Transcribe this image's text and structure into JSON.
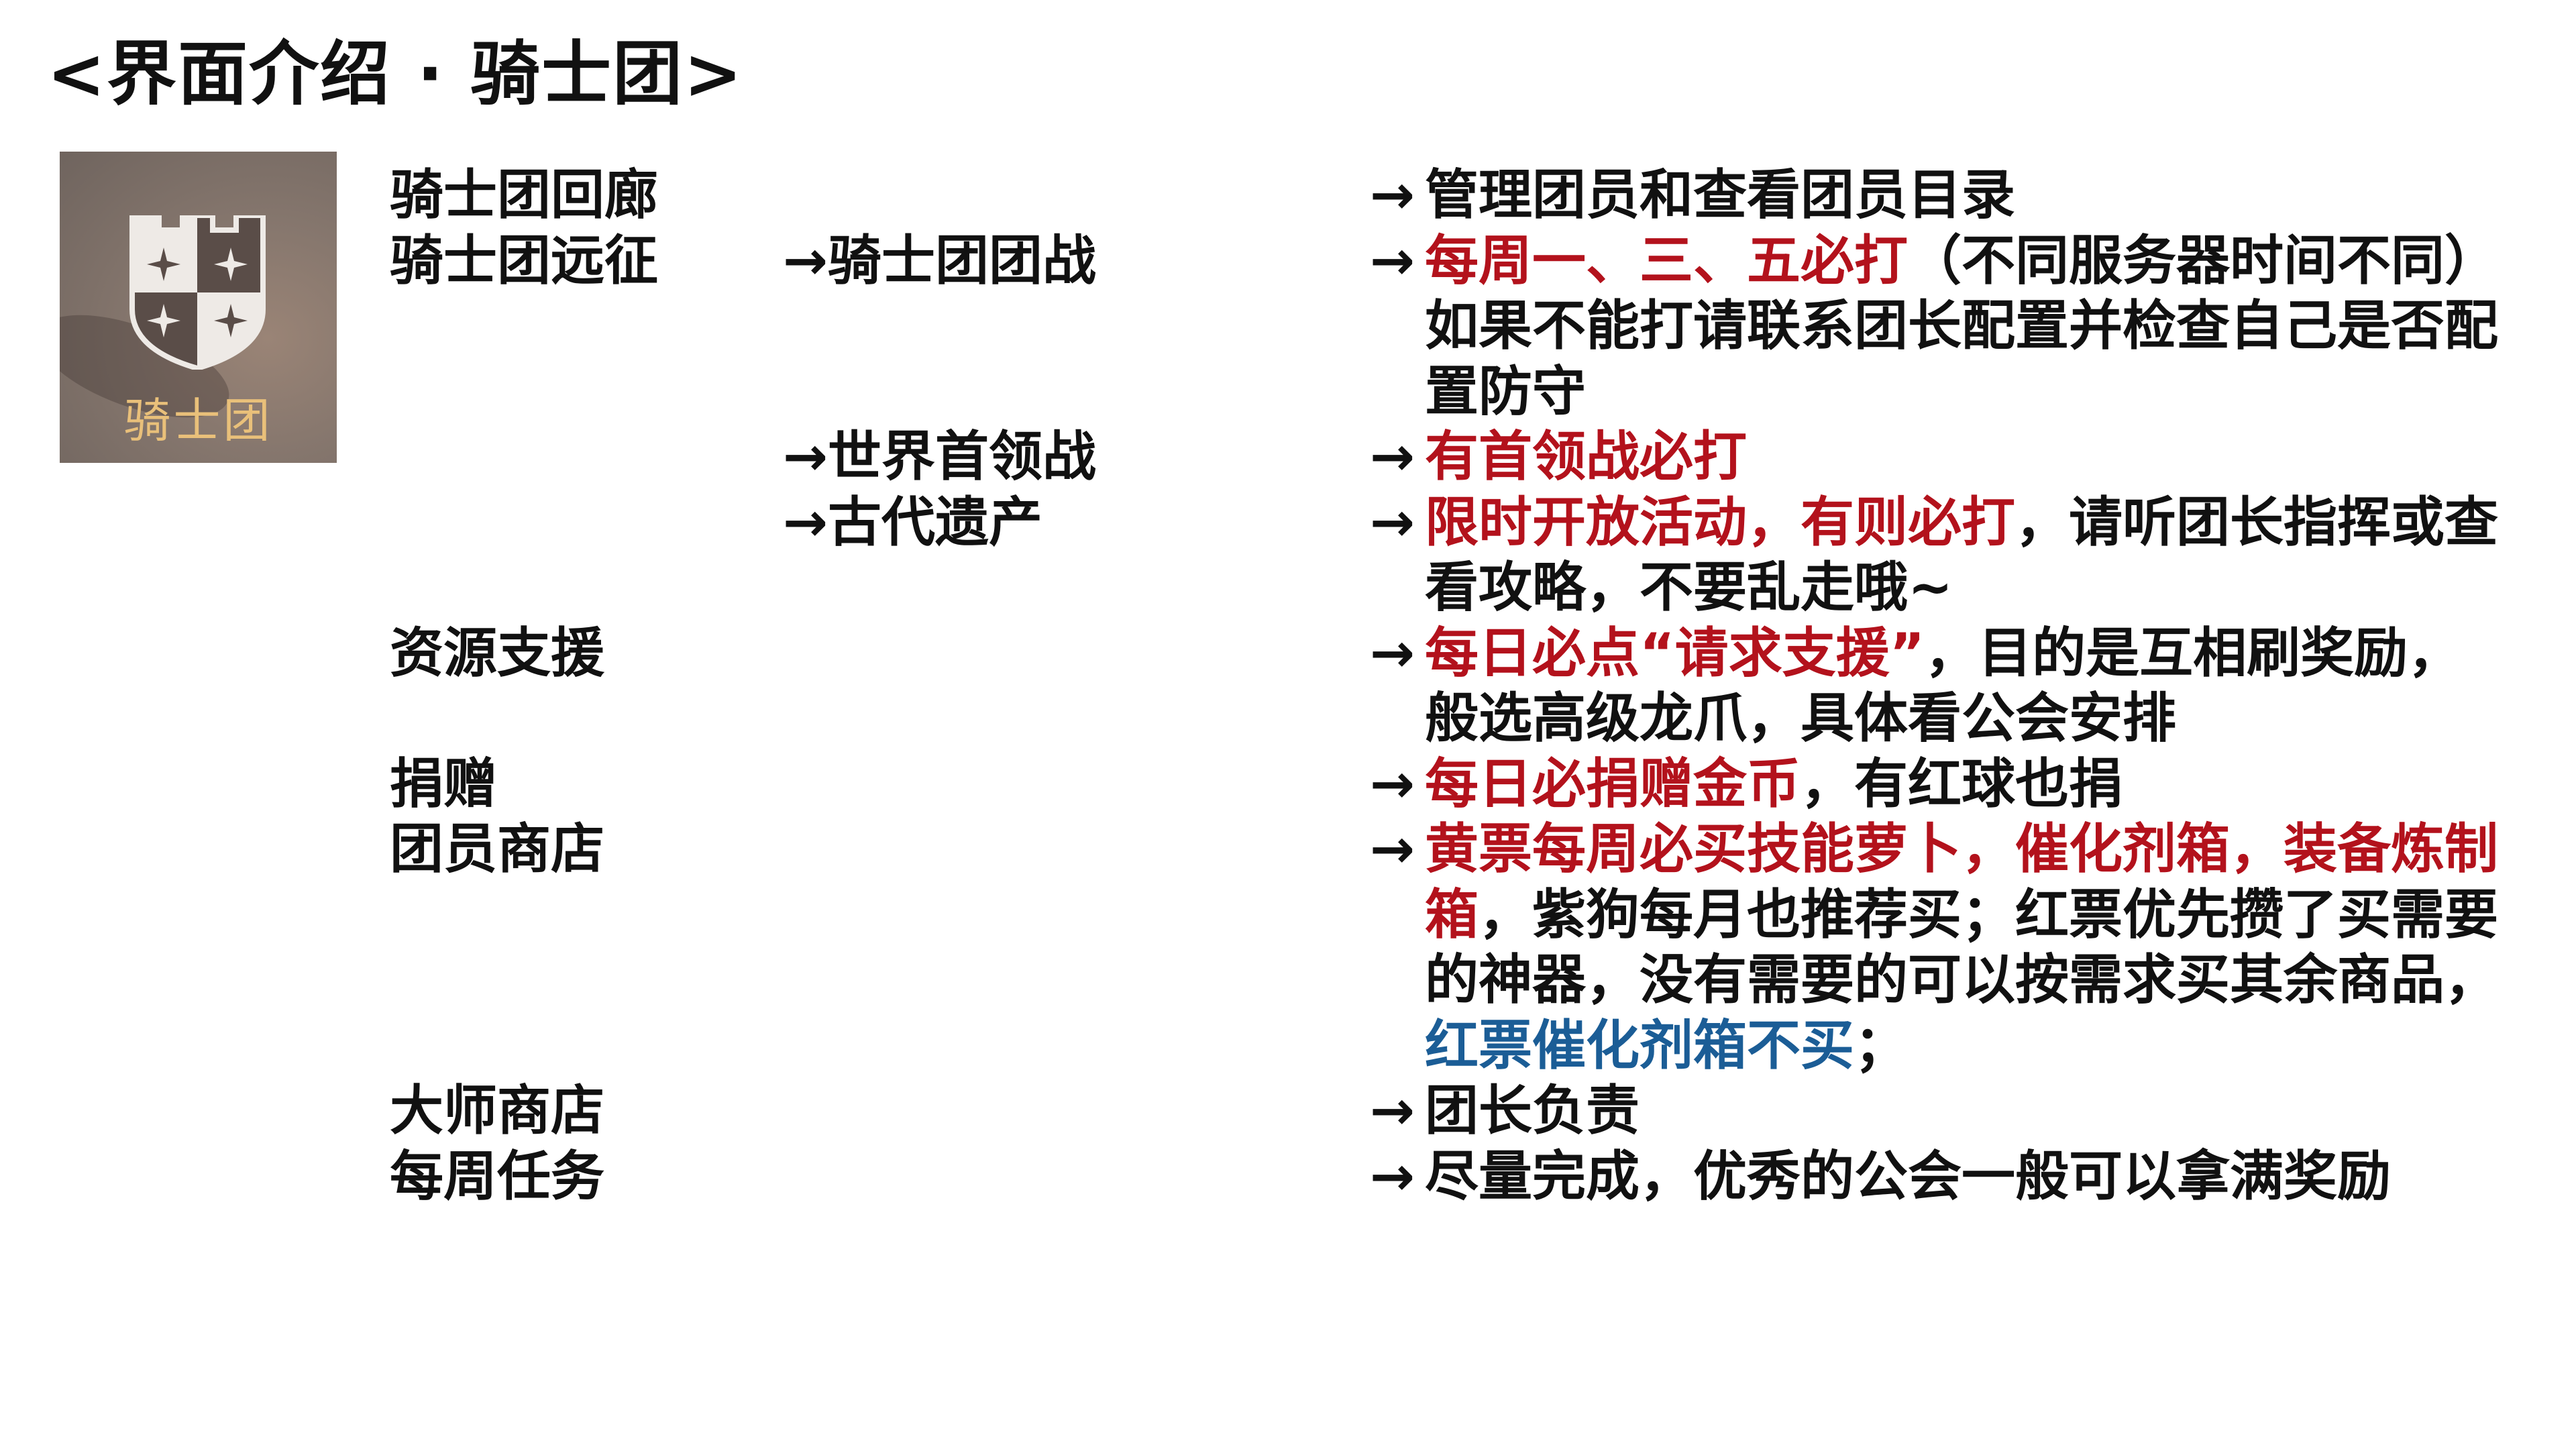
{
  "title": "<界面介绍 · 骑士团>",
  "icon": {
    "name": "knight-guild-shield-icon",
    "label": "骑士团"
  },
  "arrow": "→",
  "colors": {
    "black": "#111111",
    "red": "#b3121c",
    "blue": "#1b5d96",
    "icon_label": "#e9c07a"
  },
  "lines": [
    {
      "col1": "骑士团回廊",
      "arrow": true,
      "segments": [
        {
          "text": "管理团员和查看团员目录",
          "color": "black"
        }
      ]
    },
    {
      "col1": "骑士团远征",
      "col2": "→骑士团团战",
      "arrow": true,
      "segments": [
        {
          "text": "每周一、三、五必打",
          "color": "red"
        },
        {
          "text": "（不同服务器时间不同）",
          "color": "black"
        }
      ]
    },
    {
      "segments": [
        {
          "text": "如果不能打请联系团长配置并检查自己是否配",
          "color": "black"
        }
      ]
    },
    {
      "segments": [
        {
          "text": "置防守",
          "color": "black"
        }
      ]
    },
    {
      "col2": "→世界首领战",
      "arrow": true,
      "segments": [
        {
          "text": "有首领战必打",
          "color": "red"
        }
      ]
    },
    {
      "col2": "→古代遗产",
      "arrow": true,
      "segments": [
        {
          "text": "限时开放活动，有则必打",
          "color": "red"
        },
        {
          "text": "，请听团长指挥或查",
          "color": "black"
        }
      ]
    },
    {
      "segments": [
        {
          "text": "看攻略，不要乱走哦~",
          "color": "black"
        }
      ]
    },
    {
      "col1": "资源支援",
      "arrow": true,
      "segments": [
        {
          "text": "每日必点“请求支援”",
          "color": "red"
        },
        {
          "text": "，目的是互相刷奖励，",
          "color": "black"
        }
      ]
    },
    {
      "segments": [
        {
          "text": "般选高级龙爪，具体看公会安排",
          "color": "black"
        }
      ]
    },
    {
      "col1": "捐赠",
      "arrow": true,
      "segments": [
        {
          "text": "每日必捐赠金币",
          "color": "red"
        },
        {
          "text": "，有红球也捐",
          "color": "black"
        }
      ]
    },
    {
      "col1": "团员商店",
      "arrow": true,
      "segments": [
        {
          "text": "黄票每周必买技能萝卜，催化剂箱，装备炼制",
          "color": "red"
        }
      ]
    },
    {
      "segments": [
        {
          "text": "箱",
          "color": "red"
        },
        {
          "text": "，紫狗每月也推荐买；红票优先攒了买需要",
          "color": "black"
        }
      ]
    },
    {
      "segments": [
        {
          "text": "的神器，没有需要的可以按需求买其余商品，",
          "color": "black"
        }
      ]
    },
    {
      "segments": [
        {
          "text": "红票催化剂箱不买",
          "color": "blue"
        },
        {
          "text": "；",
          "color": "black"
        }
      ]
    },
    {
      "col1": "大师商店",
      "arrow": true,
      "segments": [
        {
          "text": "团长负责",
          "color": "black"
        }
      ]
    },
    {
      "col1": "每周任务",
      "arrow": true,
      "segments": [
        {
          "text": "尽量完成，优秀的公会一般可以拿满奖励",
          "color": "black"
        }
      ]
    }
  ]
}
